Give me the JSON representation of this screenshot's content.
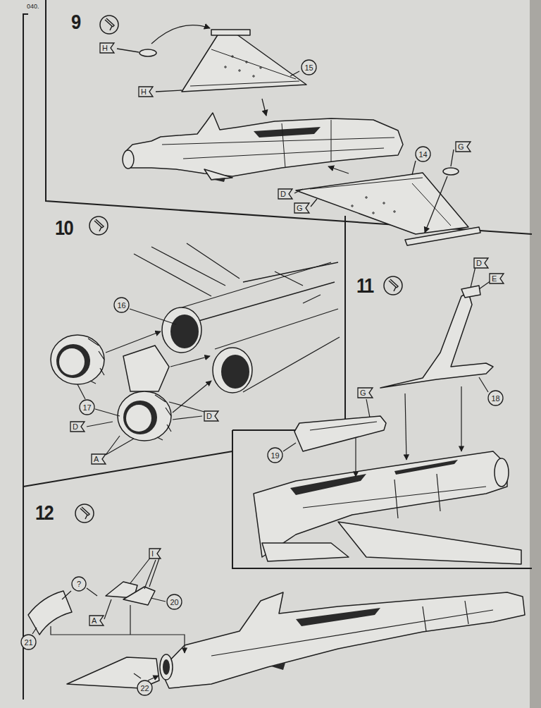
{
  "diagram": {
    "nodes": [
      {
        "text": [
          "H"
        ]
      },
      {
        "text": [
          "15"
        ]
      },
      {
        "text": [
          "H"
        ]
      },
      {
        "text": [
          "14"
        ]
      },
      {
        "text": [
          "G"
        ]
      },
      {
        "text": [
          "D"
        ]
      },
      {
        "text": [
          "G"
        ]
      },
      {
        "text": [
          "16"
        ]
      },
      {
        "text": [
          "17"
        ]
      },
      {
        "text": [
          "D"
        ]
      },
      {
        "text": [
          "D"
        ]
      },
      {
        "text": [
          "A"
        ]
      },
      {
        "text": [
          "D"
        ]
      },
      {
        "text": [
          "E"
        ]
      },
      {
        "text": [
          "G"
        ]
      },
      {
        "text": [
          "18"
        ]
      },
      {
        "text": [
          "19"
        ]
      },
      {
        "text": [
          "I"
        ]
      },
      {
        "text": [
          "?"
        ]
      },
      {
        "text": [
          "20"
        ]
      },
      {
        "text": [
          "A"
        ]
      },
      {
        "text": [
          "21"
        ]
      },
      {
        "text": [
          "22"
        ]
      }
    ],
    "labels": [
      "040.",
      "9",
      "10",
      "11",
      "12"
    ]
  }
}
